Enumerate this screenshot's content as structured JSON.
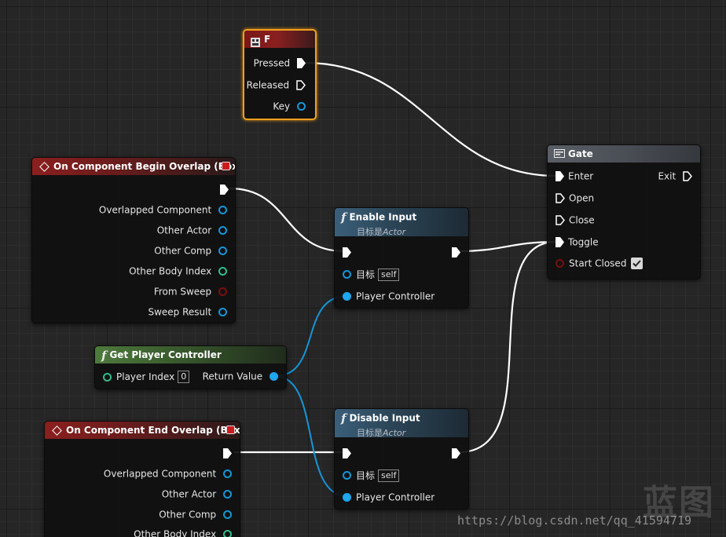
{
  "nodes": {
    "key_f": {
      "title": "F",
      "pins": {
        "pressed": "Pressed",
        "released": "Released",
        "key": "Key"
      }
    },
    "begin_overlap": {
      "title": "On Component Begin Overlap (Box)",
      "pins": [
        "Overlapped Component",
        "Other Actor",
        "Other Comp",
        "Other Body Index",
        "From Sweep",
        "Sweep Result"
      ]
    },
    "end_overlap": {
      "title": "On Component End Overlap (Box)",
      "pins": [
        "Overlapped Component",
        "Other Actor",
        "Other Comp",
        "Other Body Index"
      ]
    },
    "enable_input": {
      "title": "Enable Input",
      "subtitle_prefix": "目标是",
      "subtitle_class": "Actor",
      "target_label": "目标",
      "target_value": "self",
      "player_controller": "Player Controller"
    },
    "disable_input": {
      "title": "Disable Input",
      "subtitle_prefix": "目标是",
      "subtitle_class": "Actor",
      "target_label": "目标",
      "target_value": "self",
      "player_controller": "Player Controller"
    },
    "get_player_controller": {
      "title": "Get Player Controller",
      "player_index_label": "Player Index",
      "player_index_value": "0",
      "return_value": "Return Value"
    },
    "gate": {
      "title": "Gate",
      "enter": "Enter",
      "exit": "Exit",
      "open": "Open",
      "close": "Close",
      "toggle": "Toggle",
      "start_closed": "Start Closed",
      "start_closed_checked": true
    }
  },
  "watermark": {
    "url": "https://blog.csdn.net/qq_41594719",
    "logo_text": "蓝图"
  },
  "colors": {
    "exec_wire": "#ffffff",
    "object_wire": "#1496d8",
    "event_header": "#8b1f1f",
    "function_header": "#3b5f7a",
    "pure_header": "#4e7a3c",
    "selection": "#f0a020"
  }
}
